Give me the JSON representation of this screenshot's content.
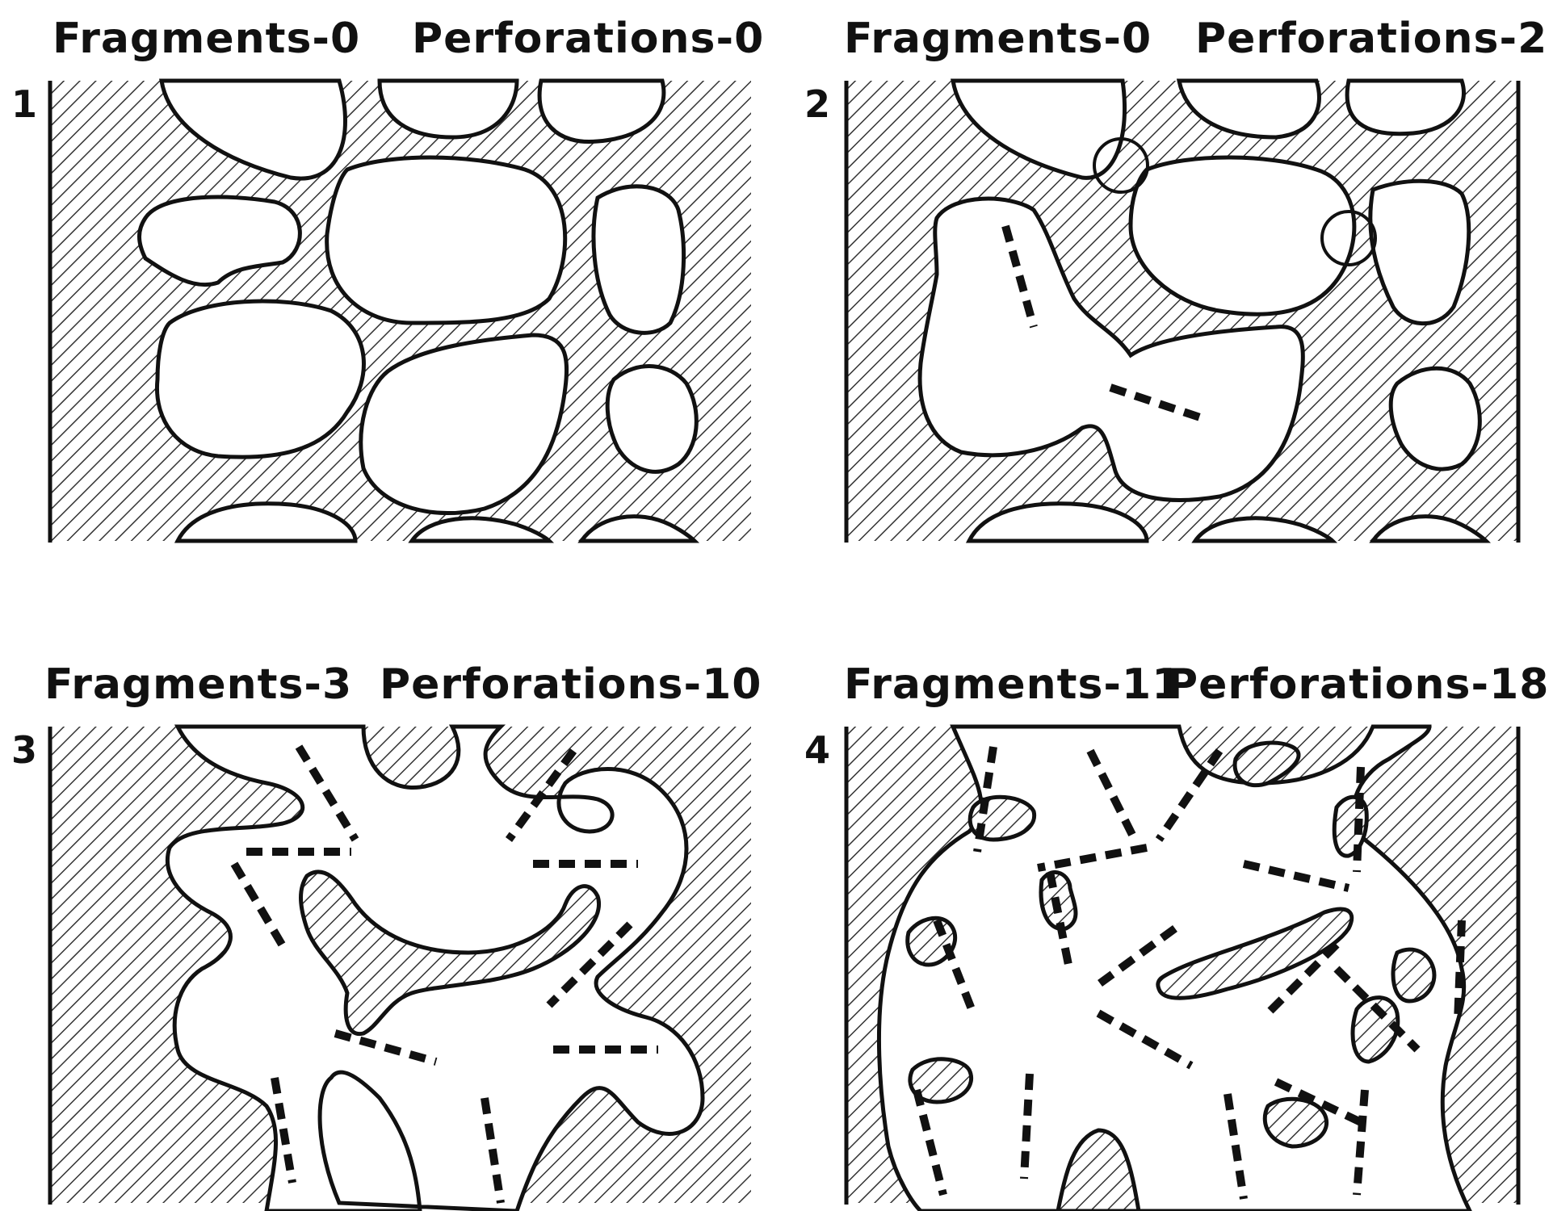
{
  "panels": [
    {
      "number": "1",
      "fragments_label": "Fragments-0",
      "perforations_label": "Perforations-0"
    },
    {
      "number": "2",
      "fragments_label": "Fragments-0",
      "perforations_label": "Perforations-2"
    },
    {
      "number": "3",
      "fragments_label": "Fragments-3",
      "perforations_label": "Perforations-10"
    },
    {
      "number": "4",
      "fragments_label": "Fragments-11",
      "perforations_label": "Perforations-18"
    }
  ],
  "colors": {
    "ink": "#111111",
    "fill": "#ffffff",
    "hatch": "#333333"
  }
}
